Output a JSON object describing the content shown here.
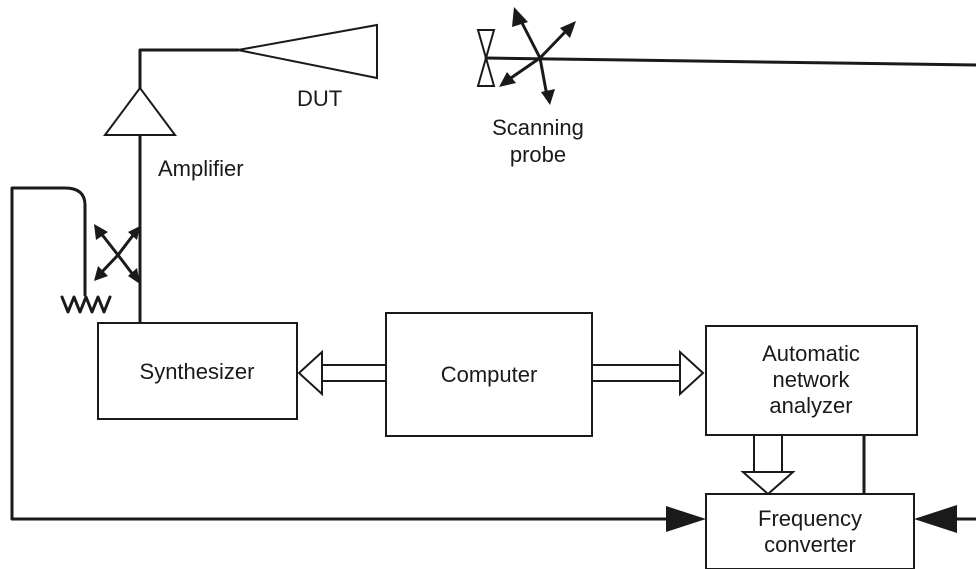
{
  "labels": {
    "dut": "DUT",
    "scanning_probe_line1": "Scanning",
    "scanning_probe_line2": "probe",
    "amplifier": "Amplifier",
    "synthesizer": "Synthesizer",
    "computer": "Computer",
    "ana_line1": "Automatic",
    "ana_line2": "network",
    "ana_line3": "analyzer",
    "freq_line1": "Frequency",
    "freq_line2": "converter"
  },
  "icons": {
    "amplifier": "triangle-amplifier-icon",
    "dut_antenna": "horn-antenna-icon",
    "probe": "dipole-probe-icon",
    "motion": "four-way-arrows-icon",
    "cable": "coiled-cable-icon"
  },
  "colors": {
    "ink": "#1a1a1a",
    "background": "#ffffff"
  }
}
